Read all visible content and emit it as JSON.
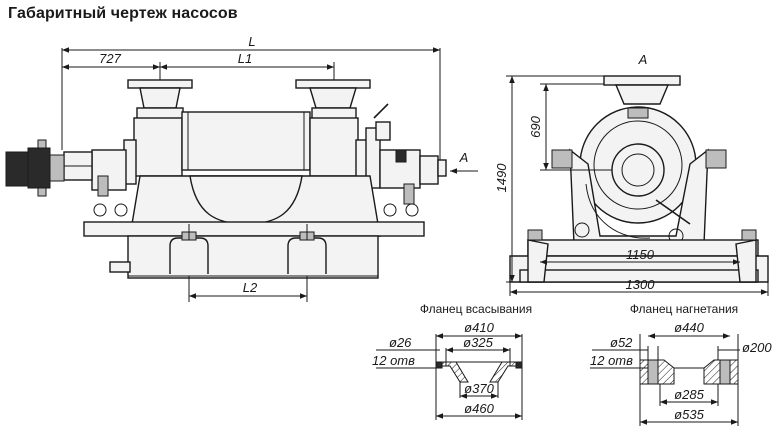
{
  "title": "Габаритный чертеж насосов",
  "side_view": {
    "dim_total": "L",
    "dim_flange_offset": "727",
    "dim_flange_distance": "L1",
    "dim_feet": "L2",
    "view_arrow": "A"
  },
  "end_view": {
    "view_label": "A",
    "dim_axis_height": "690",
    "dim_total_height": "1490",
    "dim_feet_width": "1150",
    "dim_base_width": "1300"
  },
  "suction_flange": {
    "caption": "Фланец всасывания",
    "outer_diameter": "ø410",
    "bolt_circle": "ø325",
    "hole": "ø26",
    "holes_count": "12 отв",
    "bore": "ø370",
    "flange_diameter": "ø460"
  },
  "discharge_flange": {
    "caption": "Фланец нагнетания",
    "outer_diameter": "ø440",
    "hole": "ø52",
    "bore_outer": "ø200",
    "holes_count": "12 отв",
    "bolt_circle": "ø285",
    "flange_diameter": "ø535"
  }
}
